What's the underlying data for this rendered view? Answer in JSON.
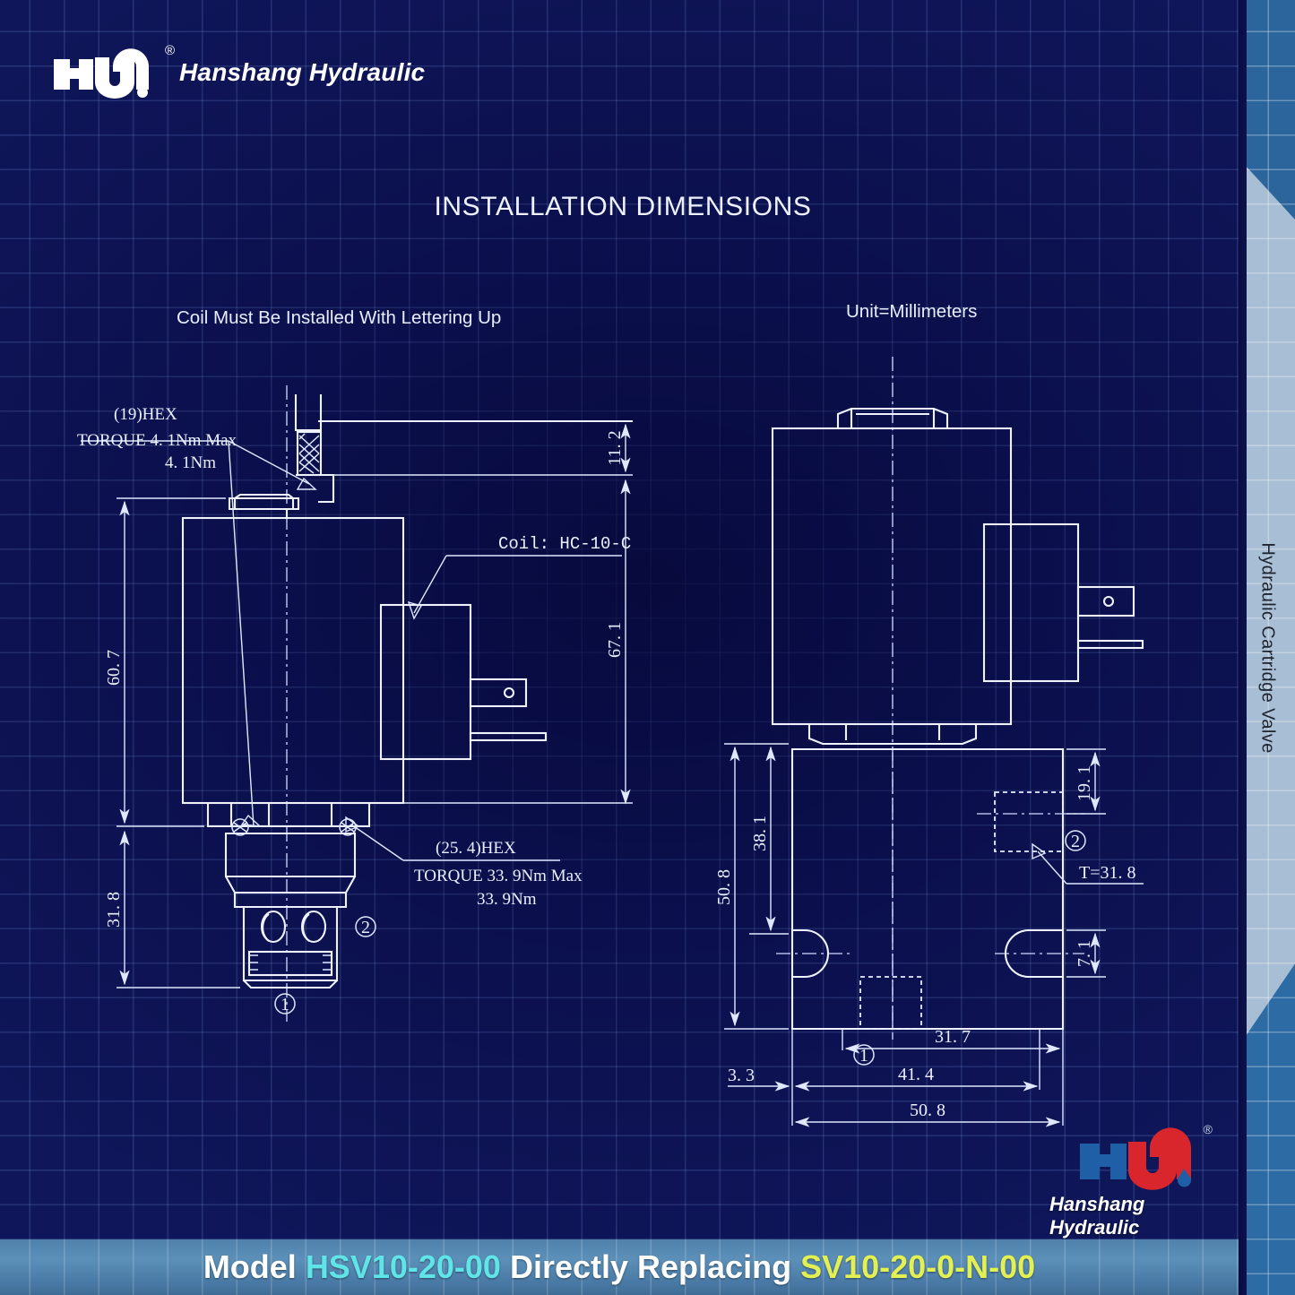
{
  "header": {
    "brand_name": "Hanshang Hydraulic",
    "registered_mark": "®",
    "logo_icon": "hanshang-hydraulic-logo"
  },
  "sidebar": {
    "vertical_label": "Hydraulic Cartridge Valve"
  },
  "main": {
    "title": "INSTALLATION DIMENSIONS",
    "note_left": "Coil Must Be Installed With Lettering Up",
    "note_right": "Unit=Millimeters"
  },
  "left_view": {
    "callouts": {
      "hex_small_line1": "(19)HEX",
      "hex_small_line2": "TORQUE 4. 1Nm  Max",
      "hex_small_line3": "4. 1Nm",
      "coil_label": "Coil: HC-10-C",
      "hex_large_line1": "(25. 4)HEX",
      "hex_large_line2": "TORQUE  33. 9Nm  Max",
      "hex_large_line3": "33. 9Nm"
    },
    "dimensions": {
      "left_overall": "60. 7",
      "left_lower": "31. 8",
      "right_top": "11. 2",
      "right_overall": "67. 1"
    },
    "ports": {
      "port_1": "①",
      "port_2": "②"
    }
  },
  "right_view": {
    "dimensions": {
      "height_overall": "50. 8",
      "height_upper": "38. 1",
      "top_right": "19. 1",
      "thread_depth": "T=31. 8",
      "bottom_right": "7. 1",
      "offset_left": "3. 3",
      "width_inner": "31. 7",
      "width_mid": "41. 4",
      "width_overall": "50. 8"
    },
    "ports": {
      "port_1": "①",
      "port_2": "②"
    }
  },
  "banner": {
    "prefix": "Model ",
    "model": "HSV10-20-00",
    "middle": " Directly Replacing ",
    "replaces": "SV10-20-0-N-00"
  },
  "footer_logo": {
    "brand_name": "Hanshang Hydraulic",
    "registered_mark": "®",
    "logo_icon": "hanshang-hydraulic-logo"
  },
  "colors": {
    "background": "#0c1151",
    "grid": "#5a78c8",
    "line": "#f2f5ff",
    "banner_model": "#5fe4e8",
    "banner_replaces": "#e2f053",
    "logo_blue": "#1f5fa8",
    "logo_red": "#d9262c"
  }
}
